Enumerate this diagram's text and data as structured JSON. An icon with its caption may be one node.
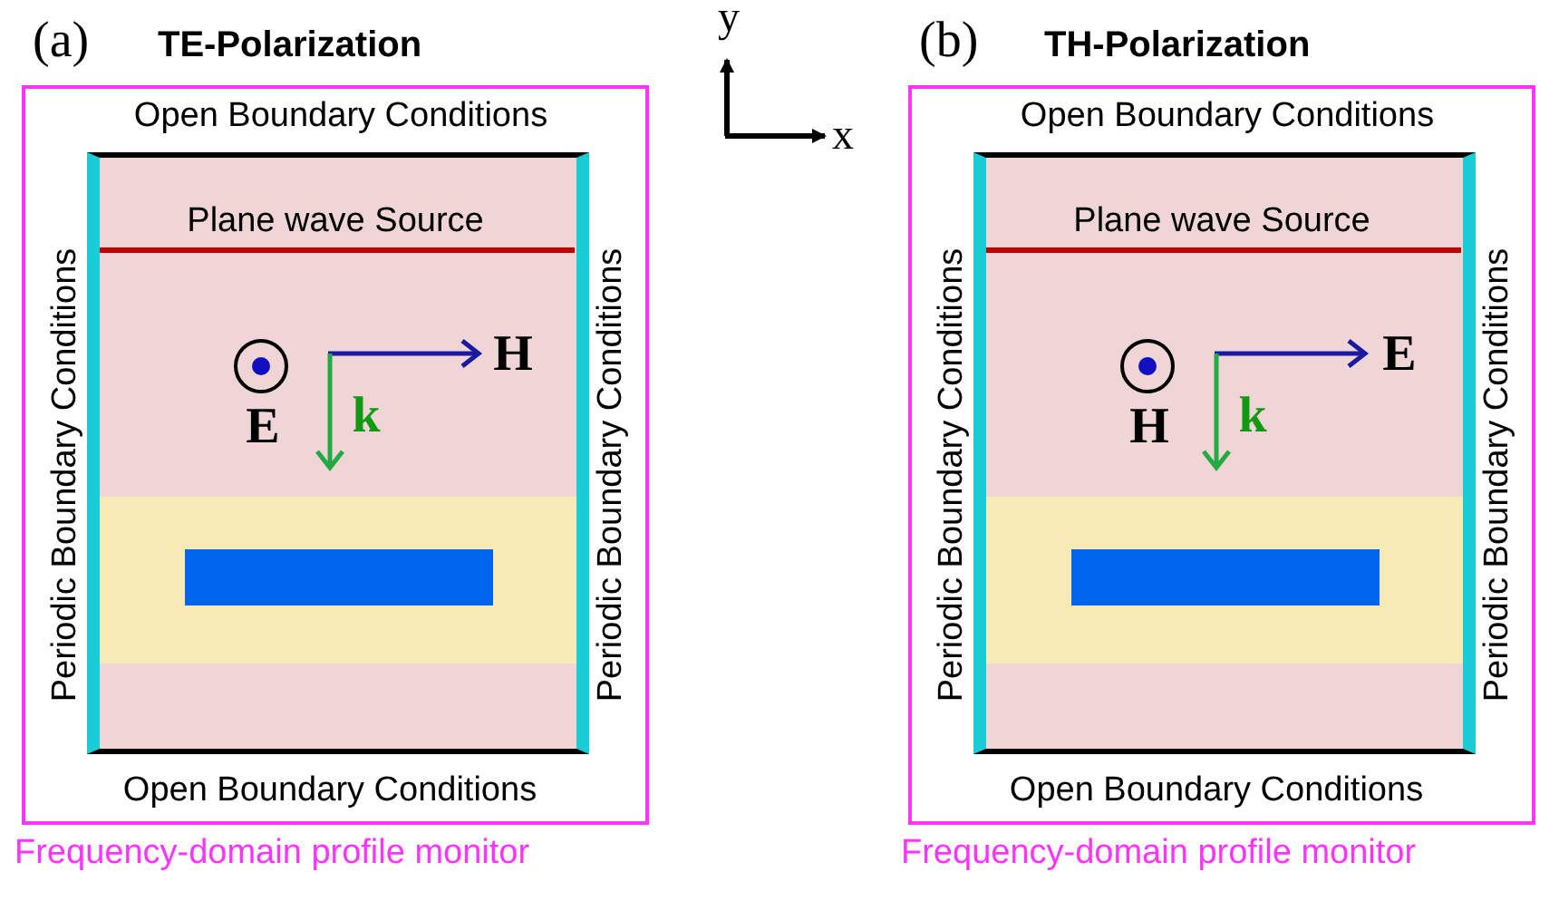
{
  "diagram": {
    "nodes": [
      {
        "text": [
          "(a)",
          "TE-Polarization"
        ],
        "beside": [
          "Frequency-domain profile monitor"
        ]
      },
      {
        "text": [],
        "shape": "box",
        "in": 0
      },
      {
        "text": [],
        "shape": "band",
        "in": 1
      },
      {
        "text": [],
        "shape": "box",
        "in": 2
      },
      {
        "text": [
          "(b)",
          "TH-Polarization"
        ],
        "beside": [
          "Frequency-domain profile monitor"
        ]
      },
      {
        "text": [],
        "shape": "box",
        "in": 4
      },
      {
        "text": [],
        "shape": "band",
        "in": 5
      },
      {
        "text": [],
        "shape": "box",
        "in": 6
      }
    ],
    "labels": [
      "y",
      "x",
      "Open Boundary Conditions",
      "Plane wave Source",
      "Periodic Boundary Conditions",
      "Periodic Boundary Conditions",
      "H",
      "E",
      "k",
      "Open Boundary Conditions",
      "Open Boundary Conditions",
      "Plane wave Source",
      "Periodic Boundary Conditions",
      "Periodic Boundary Conditions",
      "E",
      "H",
      "k",
      "Open Boundary Conditions"
    ]
  }
}
